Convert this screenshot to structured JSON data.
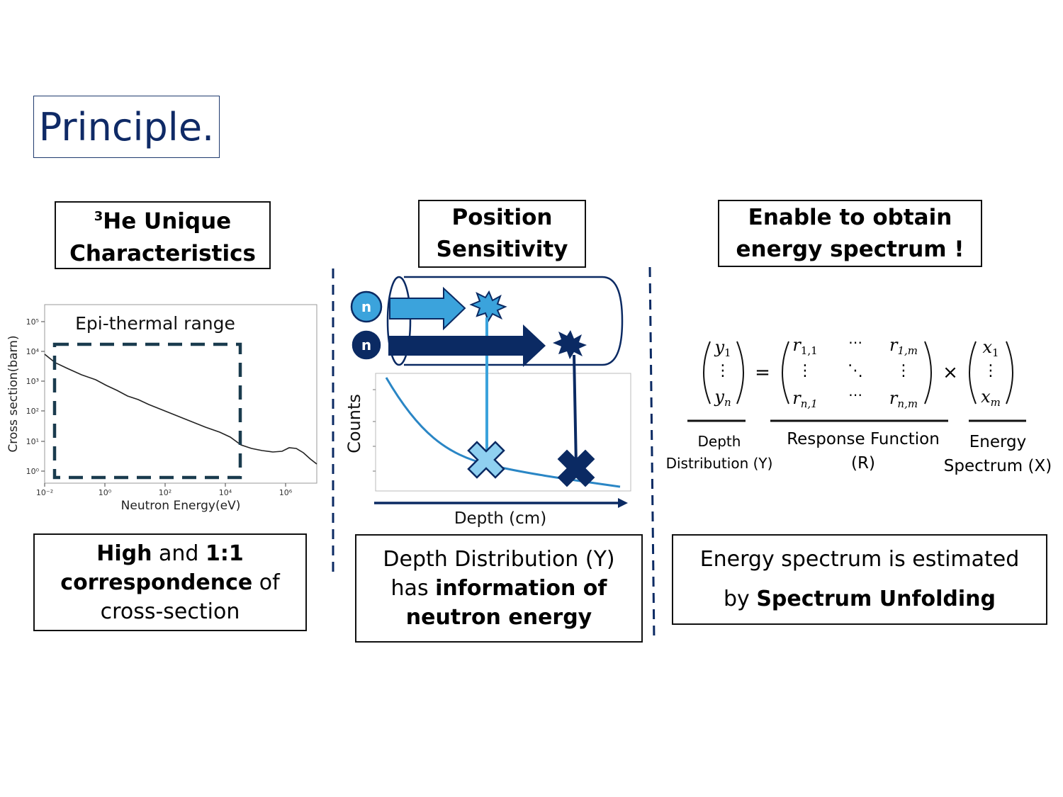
{
  "slide": {
    "title": "Principle."
  },
  "left": {
    "header_sup": "3",
    "header_line1": "He Unique",
    "header_line2": "Characteristics",
    "plot": {
      "ylabel": "Cross section(barn)",
      "xlabel": "Neutron Energy(eV)",
      "yticks": [
        "10⁰",
        "10¹",
        "10²",
        "10³",
        "10⁴",
        "10⁵"
      ],
      "xticks": [
        "10⁻²",
        "10⁰",
        "10²",
        "10⁴",
        "10⁶"
      ],
      "region_label": "Epi-thermal range"
    },
    "footer": {
      "p1": "High",
      "p2": " and ",
      "p3": "1:1",
      "p4": "correspondence",
      "p5": " of",
      "p6": "cross-section"
    }
  },
  "middle": {
    "header_line1": "Position",
    "header_line2": "Sensitivity",
    "neutron1": "n",
    "neutron2": "n",
    "ylabel": "Counts",
    "xlabel": "Depth (cm)",
    "footer": {
      "line1": "Depth Distribution (Y)",
      "l2a": "has ",
      "l2b": "information of",
      "line3": "neutron energy"
    }
  },
  "right": {
    "header_line1": "Enable to obtain",
    "header_line2": "energy spectrum !",
    "labels": {
      "depth1": "Depth",
      "depth2": "Distribution (Y)",
      "resp1": "Response Function",
      "resp2": "(R)",
      "energy1": "Energy",
      "energy2": "Spectrum (X)"
    },
    "footer": {
      "line1": "Energy spectrum is estimated",
      "l2a": "by ",
      "l2b": "Spectrum Unfolding"
    }
  },
  "colors": {
    "light_blue": "#3ba3dc",
    "dark_navy": "#0b2a63",
    "title_blue": "#0f2a66",
    "light_x": "#8fd0f0"
  }
}
